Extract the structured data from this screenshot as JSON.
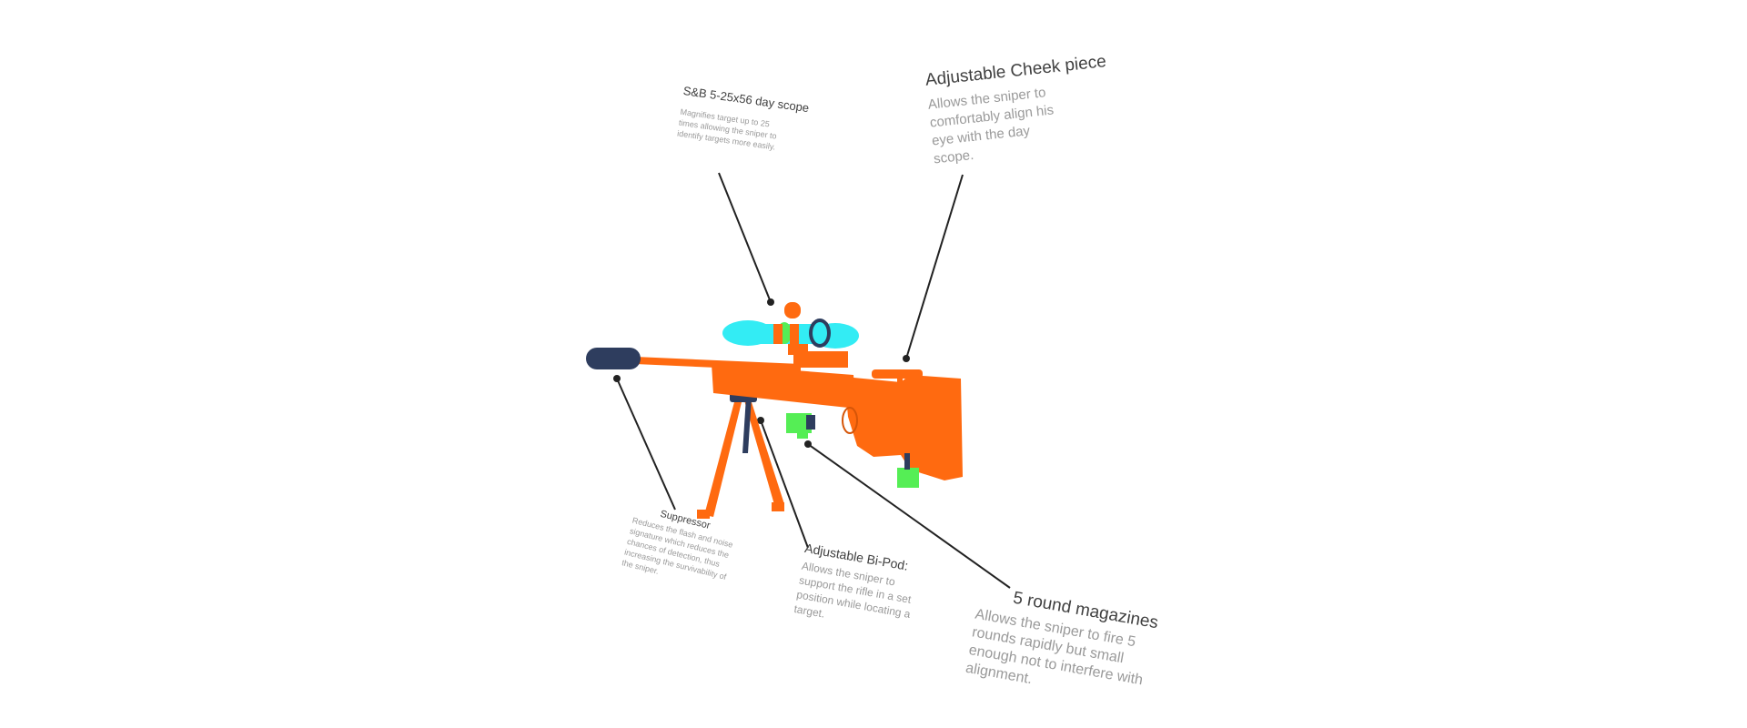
{
  "diagram": {
    "colors": {
      "body": "#ff6a10",
      "suppressor": "#2e3d5e",
      "scope": "#33ecf4",
      "scope_center": "#4ce64c",
      "magazine": "#55ee55",
      "leader": "#222222"
    },
    "callouts": {
      "scope": {
        "title": "S&B 5-25x56 day scope",
        "description": "Magnifies target up to 25 times allowing the sniper to identify targets more easily."
      },
      "cheek": {
        "title": "Adjustable Cheek piece",
        "description": "Allows the sniper to comfortably align his eye with the day scope."
      },
      "suppressor": {
        "title": "Suppressor",
        "description": "Reduces the flash and noise signature which reduces the chances of detection, thus increasing the survivability of the sniper."
      },
      "bipod": {
        "title": "Adjustable Bi-Pod:",
        "description": "Allows the sniper to support the rifle in a set position while locating a target."
      },
      "magazines": {
        "title": "5 round magazines",
        "description": "Allows the sniper to fire 5 rounds rapidly but small enough not to interfere with alignment."
      }
    }
  }
}
